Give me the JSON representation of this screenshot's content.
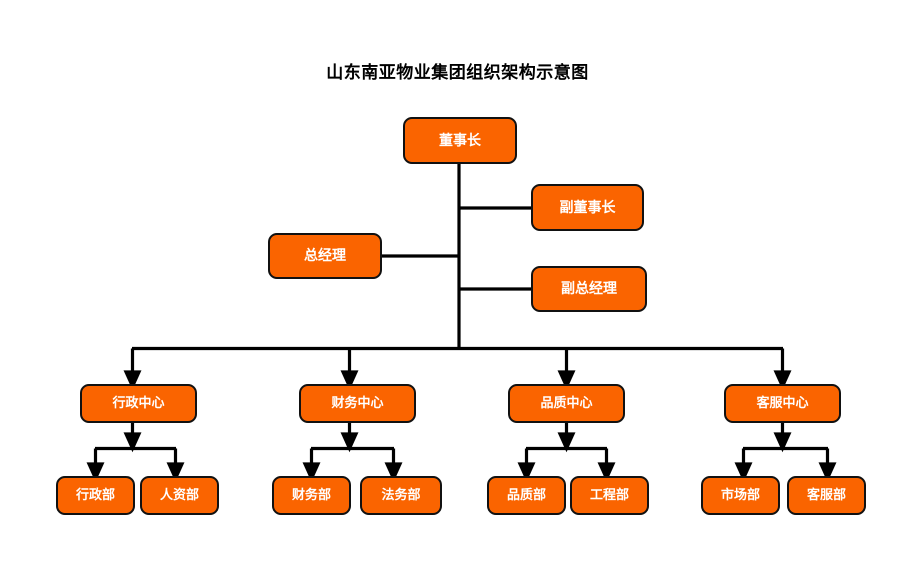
{
  "chart_data": {
    "type": "diagram",
    "diagram_kind": "organization-chart",
    "title": "山东南亚物业集团组织架构示意图",
    "orientation": "top-down",
    "node_fill_color": "#FA6400",
    "node_border_color": "#111111",
    "node_text_color": "#FFFFFF",
    "connector_color": "#000000",
    "background_color": "#FFFFFF",
    "levels": [
      {
        "level": 1,
        "name": "executive",
        "nodes": [
          "董事长"
        ]
      },
      {
        "level": 2,
        "name": "executive-staff",
        "nodes": [
          "副董事长",
          "总经理",
          "副总经理"
        ]
      },
      {
        "level": 3,
        "name": "centers",
        "nodes": [
          "行政中心",
          "财务中心",
          "品质中心",
          "客服中心"
        ]
      },
      {
        "level": 4,
        "name": "departments",
        "nodes": [
          "行政部",
          "人资部",
          "财务部",
          "法务部",
          "品质部",
          "工程部",
          "市场部",
          "客服部"
        ]
      }
    ],
    "edges": [
      {
        "from": "董事长",
        "to": "副董事长"
      },
      {
        "from": "董事长",
        "to": "总经理"
      },
      {
        "from": "董事长",
        "to": "副总经理"
      },
      {
        "from": "董事长",
        "to": "行政中心"
      },
      {
        "from": "董事长",
        "to": "财务中心"
      },
      {
        "from": "董事长",
        "to": "品质中心"
      },
      {
        "from": "董事长",
        "to": "客服中心"
      },
      {
        "from": "行政中心",
        "to": "行政部"
      },
      {
        "from": "行政中心",
        "to": "人资部"
      },
      {
        "from": "财务中心",
        "to": "财务部"
      },
      {
        "from": "财务中心",
        "to": "法务部"
      },
      {
        "from": "品质中心",
        "to": "品质部"
      },
      {
        "from": "品质中心",
        "to": "法务部"
      },
      {
        "from": "品质中心",
        "to": "工程部"
      },
      {
        "from": "客服中心",
        "to": "市场部"
      },
      {
        "from": "客服中心",
        "to": "客服部"
      }
    ]
  },
  "nodes": {
    "chairman": {
      "label": "董事长"
    },
    "vice_chairman": {
      "label": "副董事长"
    },
    "general_manager": {
      "label": "总经理"
    },
    "deputy_general_manager": {
      "label": "副总经理"
    },
    "center_admin": {
      "label": "行政中心"
    },
    "center_finance": {
      "label": "财务中心"
    },
    "center_quality": {
      "label": "品质中心"
    },
    "center_service": {
      "label": "客服中心"
    },
    "dept_admin": {
      "label": "行政部"
    },
    "dept_hr": {
      "label": "人资部"
    },
    "dept_finance": {
      "label": "财务部"
    },
    "dept_legal": {
      "label": "法务部"
    },
    "dept_quality": {
      "label": "品质部"
    },
    "dept_engineering": {
      "label": "工程部"
    },
    "dept_marketing": {
      "label": "市场部"
    },
    "dept_service": {
      "label": "客服部"
    }
  }
}
